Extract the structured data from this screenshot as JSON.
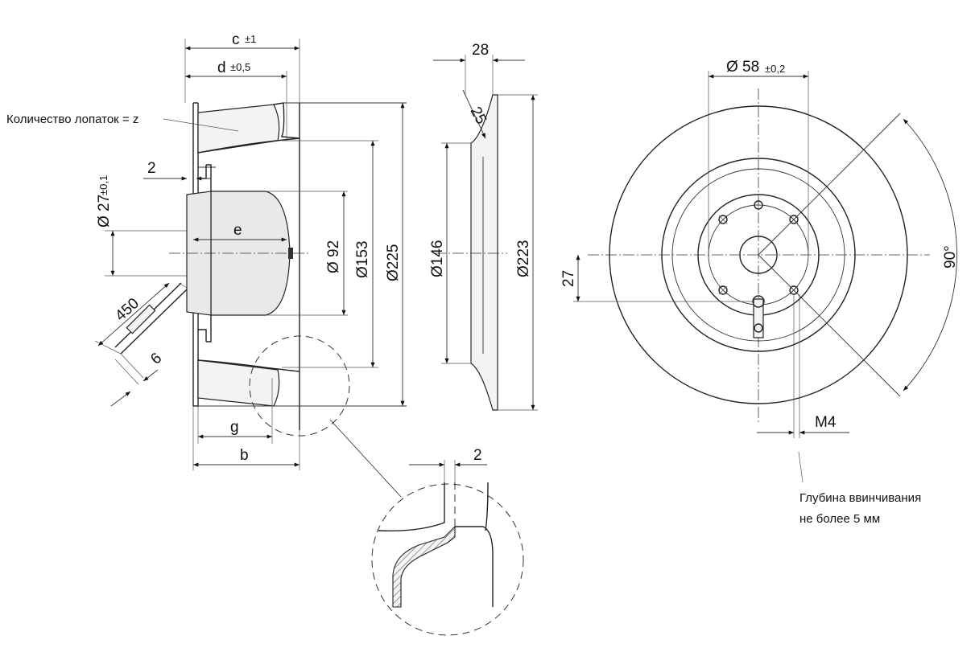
{
  "dimensions": {
    "c": "c",
    "c_tol": "±1",
    "d": "d",
    "d_tol": "±0,5",
    "e": "e",
    "g": "g",
    "b": "b",
    "two_top": "2",
    "two_detail": "2",
    "dia27": "Ø 27",
    "dia27_tol": "±0,1",
    "dia92": "Ø 92",
    "dia153": "Ø153",
    "dia225": "Ø225",
    "dia146": "Ø146",
    "dia223": "Ø223",
    "w28": "28",
    "w25": "25",
    "cable450": "450",
    "cable6": "6",
    "dia58": "Ø 58",
    "dia58_tol": "±0,2",
    "angle90": "90°",
    "offset27": "27",
    "thread": "M4"
  },
  "notes": {
    "blades": "Количество лопаток = z",
    "depth_line1": "Глубина ввинчивания",
    "depth_line2": "не более 5 мм"
  }
}
